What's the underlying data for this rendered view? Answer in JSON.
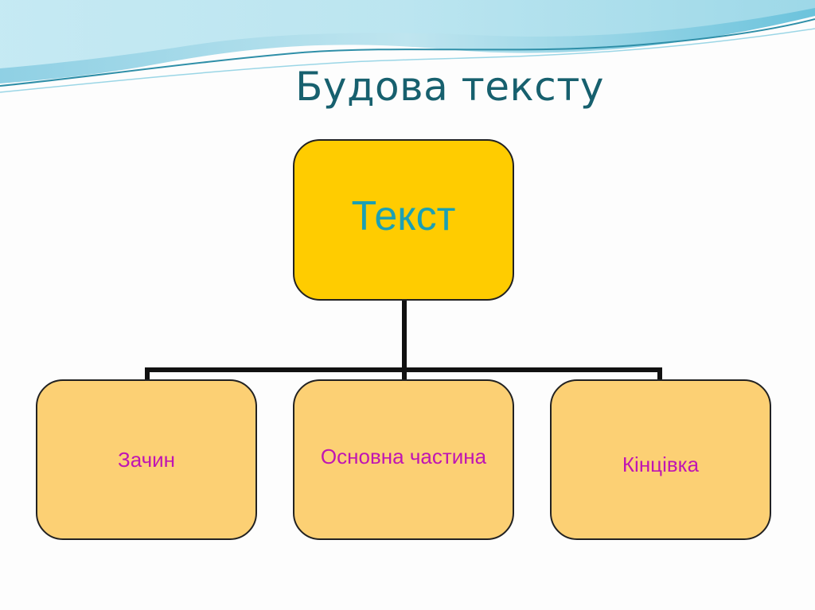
{
  "slide": {
    "title": "Будова тексту",
    "colors": {
      "title": "#17606e",
      "root_fill": "#ffcc00",
      "root_text": "#1ba0b4",
      "child_fill": "#fcd074",
      "child_text": "#c015b3",
      "connector": "#111111"
    }
  },
  "diagram": {
    "root": {
      "label": "Текст"
    },
    "children": [
      {
        "label": "Зачин"
      },
      {
        "label": "Основна частина"
      },
      {
        "label": "Кінцівка"
      }
    ]
  }
}
